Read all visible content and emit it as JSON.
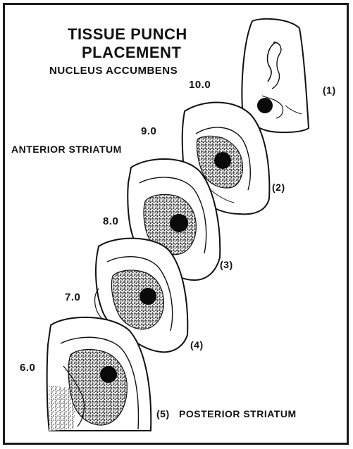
{
  "title_line1": "TISSUE PUNCH",
  "title_line2": "PLACEMENT",
  "subtitle": "NUCLEUS ACCUMBENS",
  "regions": {
    "anterior": "ANTERIOR STRIATUM",
    "posterior": "POSTERIOR STRIATUM"
  },
  "sections": [
    {
      "level": "10.0",
      "marker": "(1)"
    },
    {
      "level": "9.0",
      "marker": "(2)"
    },
    {
      "level": "8.0",
      "marker": "(3)"
    },
    {
      "level": "7.0",
      "marker": "(4)"
    },
    {
      "level": "6.0",
      "marker": "(5)"
    }
  ],
  "colors": {
    "ink": "#111111",
    "punch": "#0a0a0a",
    "stipple": "#333333"
  }
}
